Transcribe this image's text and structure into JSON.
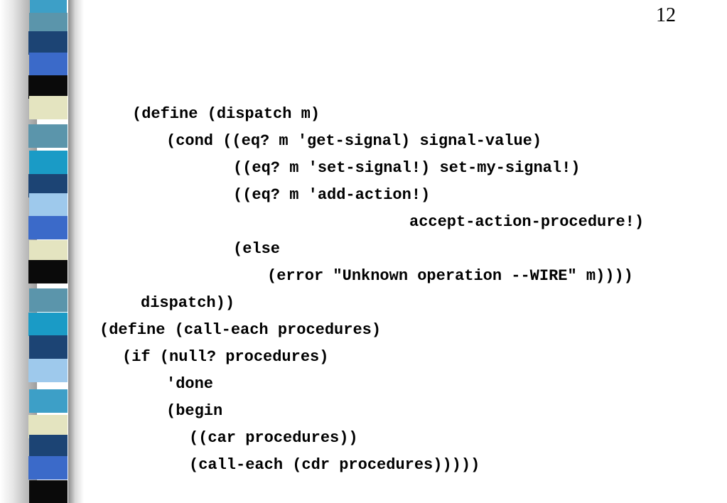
{
  "page_number": "12",
  "colors": {
    "stripe_palette": [
      "#5b95ab",
      "#1c4474",
      "#3b6ac9",
      "#0a0a0a",
      "#e4e4c0",
      "#1a9bc6",
      "#9ec9ec",
      "#2a5c7c"
    ]
  },
  "code_lines": [
    "(define (dispatch m)",
    "(cond ((eq? m 'get-signal) signal-value)",
    "((eq? m 'set-signal!) set-my-signal!)",
    "((eq? m 'add-action!)",
    "accept-action-procedure!)",
    "(else",
    "(error \"Unknown operation --WIRE\" m))))",
    "dispatch))",
    "(define (call-each procedures)",
    "(if (null? procedures)",
    "'done",
    "(begin",
    "((car procedures))",
    "(call-each (cdr procedures)))))"
  ]
}
